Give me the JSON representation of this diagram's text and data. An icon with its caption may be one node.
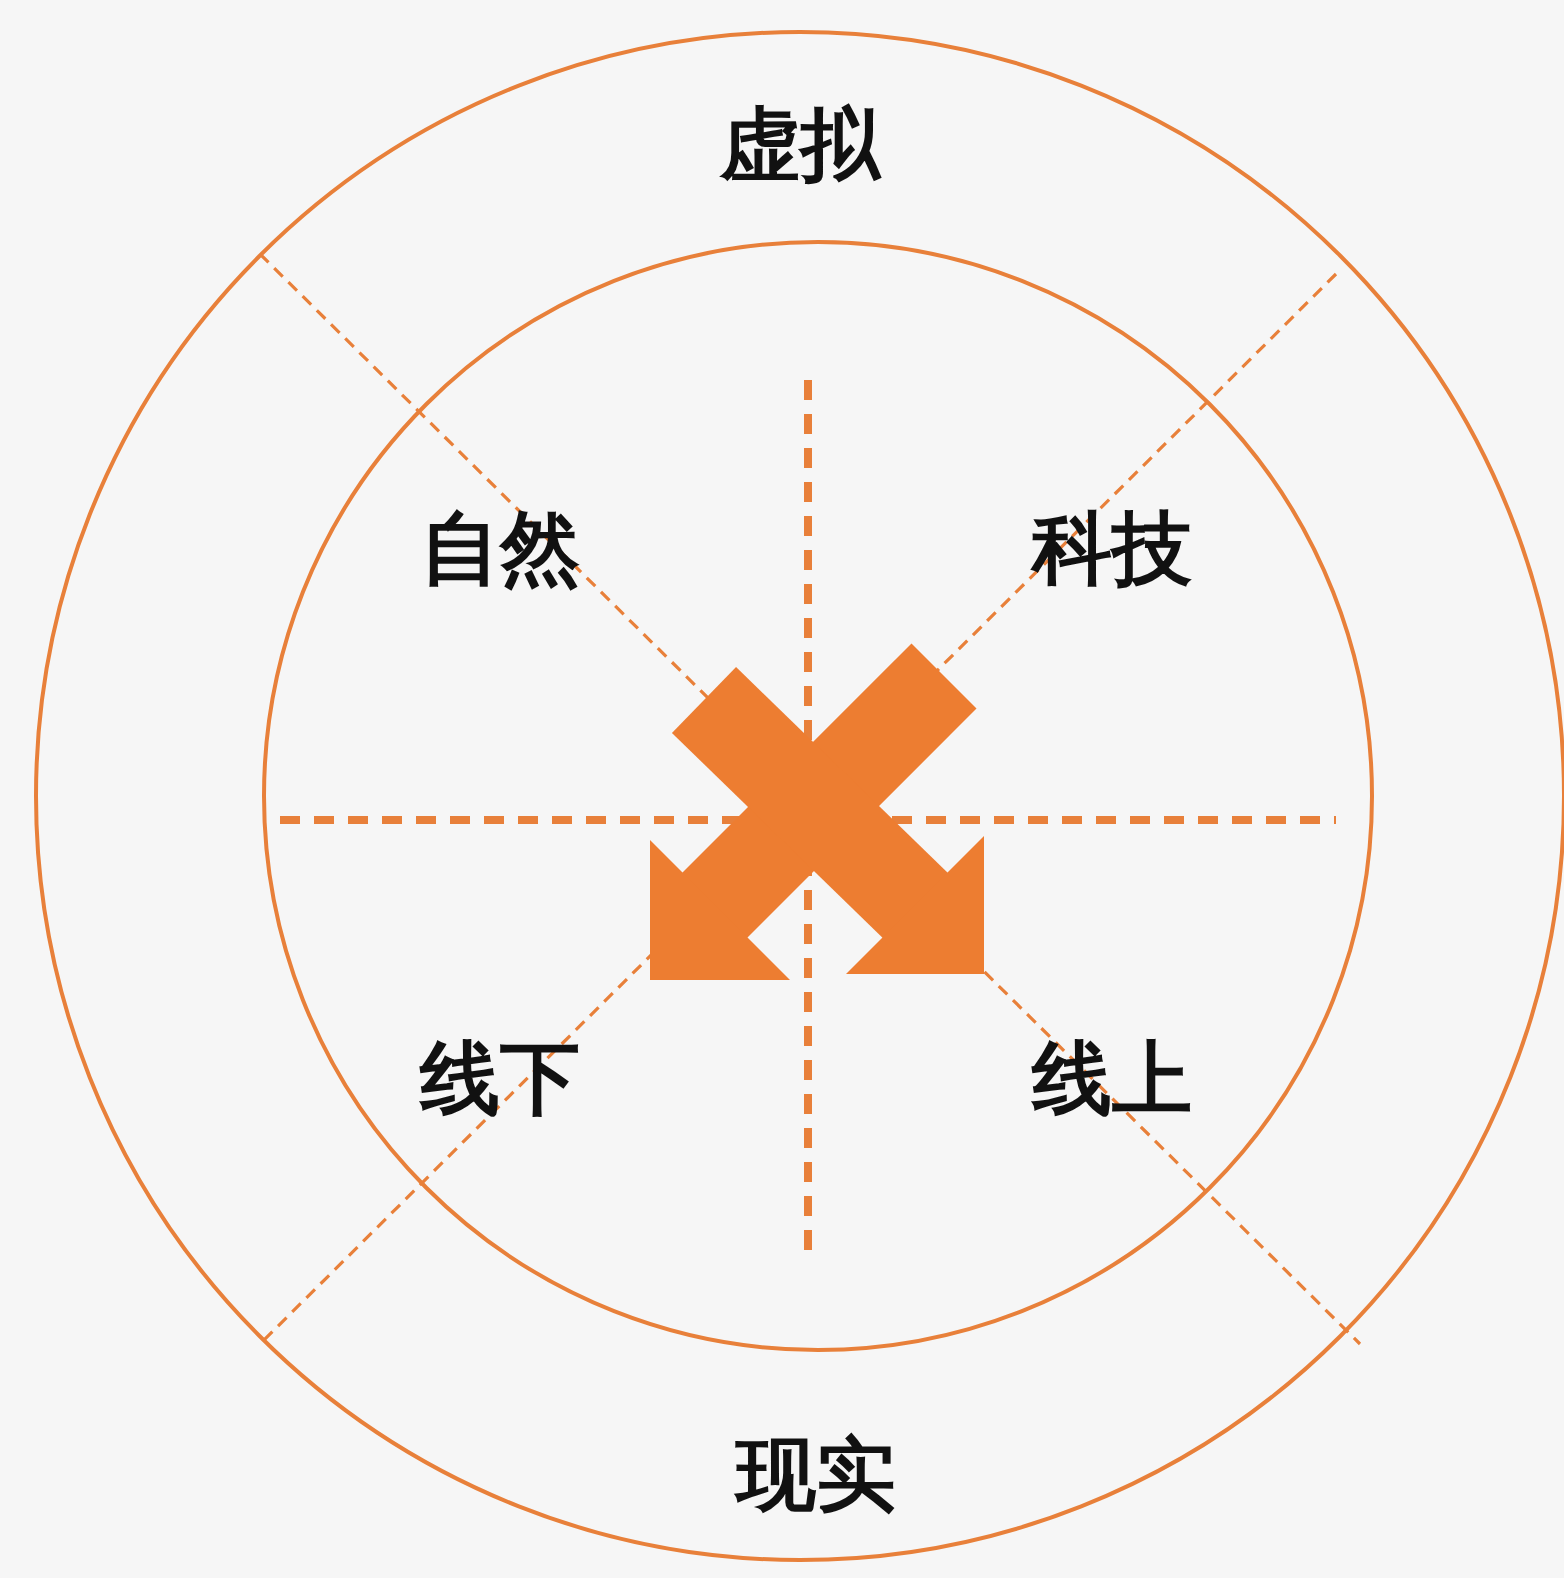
{
  "diagram": {
    "nodes": [
      {
        "text": [
          "虚拟",
          "现实"
        ]
      },
      {
        "text": [
          "自然",
          "科技",
          "线下",
          "线上"
        ],
        "in": 0
      }
    ],
    "edges": []
  }
}
